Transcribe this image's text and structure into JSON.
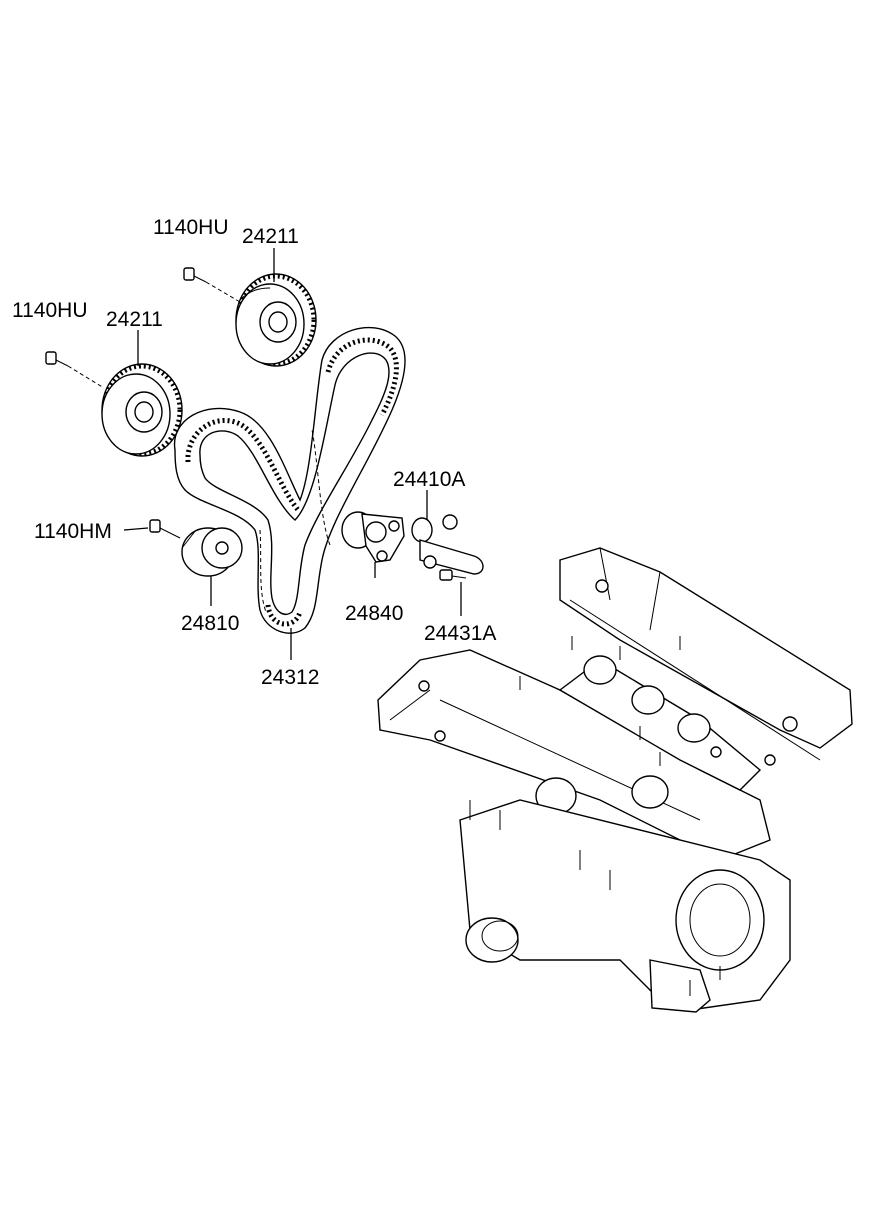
{
  "callouts": {
    "bolt_upper": "1140HU",
    "sprocket_upper": "24211",
    "bolt_lower": "1140HU",
    "sprocket_lower": "24211",
    "tensioner_arm": "24410A",
    "bolt_idler": "1140HM",
    "idler_pulley": "24810",
    "tensioner_pulley": "24840",
    "tensioner_bolt": "24431A",
    "timing_belt": "24312"
  },
  "colors": {
    "line": "#000000",
    "background": "#ffffff"
  }
}
